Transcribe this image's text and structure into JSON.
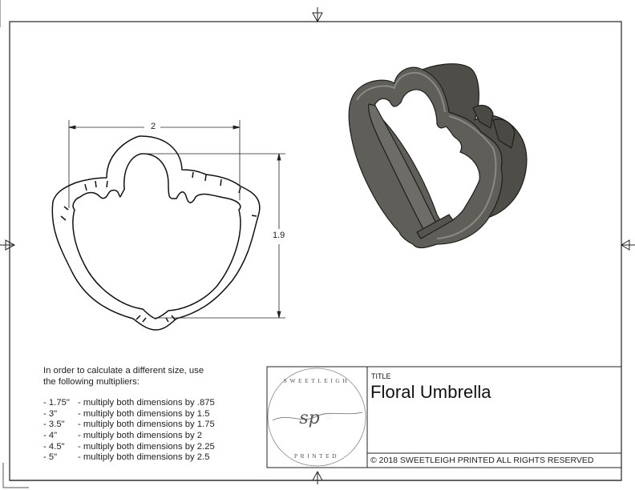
{
  "drawing": {
    "title_label": "TITLE",
    "title": "Floral Umbrella",
    "copyright": "© 2018  SWEETLEIGH PRINTED  ALL RIGHTS RESERVED",
    "logo": {
      "top_text": "SWEETLEIGH",
      "monogram": "sp",
      "bottom_text": "PRINTED",
      "accent_color": "#e8c9a0"
    }
  },
  "dimensions": {
    "width": "2",
    "height": "1.9"
  },
  "notes": {
    "intro_line1": "In order to calculate a different size, use",
    "intro_line2": "the following multipliers:",
    "multipliers": [
      {
        "size": "- 1.75\"",
        "text": "- multiply both dimensions by .875"
      },
      {
        "size": "- 3\"",
        "text": "- multiply both dimensions by 1.5"
      },
      {
        "size": "- 3.5\"",
        "text": "- multiply both dimensions by 1.75"
      },
      {
        "size": "- 4\"",
        "text": "- multiply both dimensions by 2"
      },
      {
        "size": "- 4.5\"",
        "text": "- multiply both dimensions by 2.25"
      },
      {
        "size": "- 5\"",
        "text": "- multiply both dimensions by 2.5"
      }
    ]
  },
  "colors": {
    "line": "#222222",
    "cutter_body": "#5f5e58",
    "cutter_dark": "#3e3d39",
    "cutter_light": "#8a8982"
  }
}
